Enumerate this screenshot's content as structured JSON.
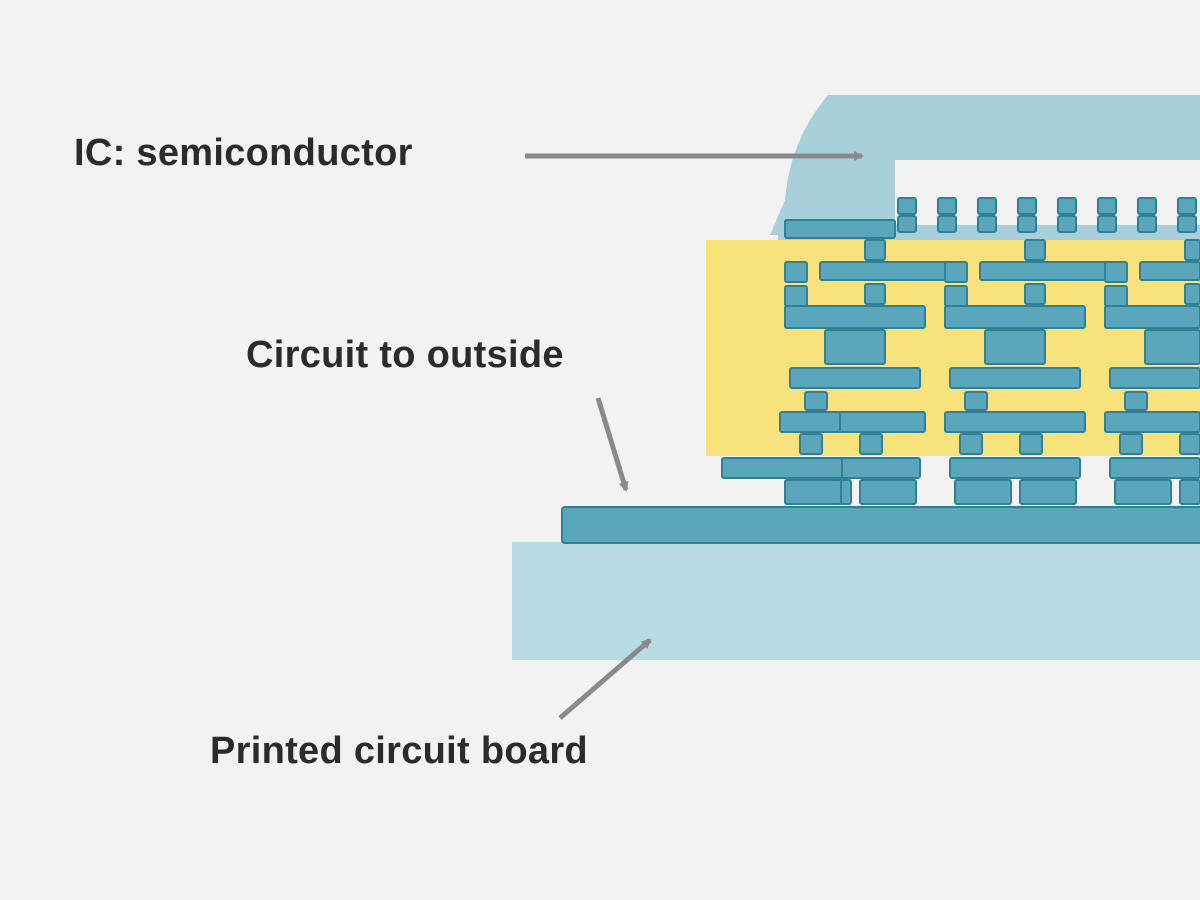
{
  "labels": {
    "ic": "IC: semiconductor",
    "circuit": "Circuit to outside",
    "pcb": "Printed circuit board"
  },
  "colors": {
    "background": "#f2f2f2",
    "package": "#a8d0da",
    "pcb": "#b9dbe3",
    "trace": "#5aa6bb",
    "trace_edge": "#2f7f96",
    "silicon": "#f7e27c",
    "arrow": "#8a8a8a",
    "text": "#2b2b2b"
  },
  "icons": {
    "arrow": "arrow-icon"
  }
}
